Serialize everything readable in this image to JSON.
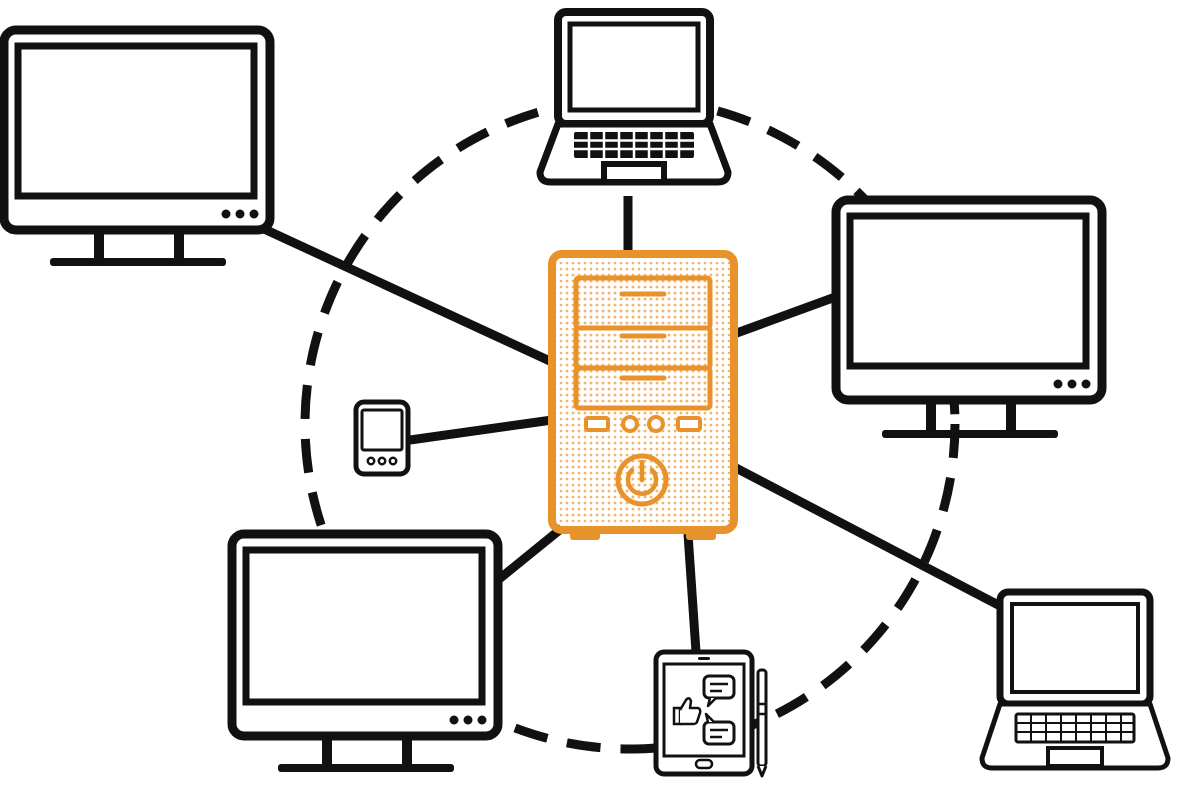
{
  "colors": {
    "line": "#111111",
    "server": "#e8922c",
    "server_dots": "#f3b56c",
    "background": "#ffffff"
  },
  "hub": {
    "name": "server",
    "icon": "server-tower-icon"
  },
  "devices": [
    {
      "name": "monitor-top-left",
      "icon": "monitor-icon"
    },
    {
      "name": "laptop-top",
      "icon": "laptop-icon"
    },
    {
      "name": "monitor-right",
      "icon": "monitor-icon"
    },
    {
      "name": "smartphone-left",
      "icon": "smartphone-icon"
    },
    {
      "name": "monitor-bottom-left",
      "icon": "monitor-icon"
    },
    {
      "name": "tablet-bottom",
      "icon": "tablet-icon"
    },
    {
      "name": "laptop-bottom-right",
      "icon": "laptop-icon"
    }
  ],
  "connections": [
    {
      "from": "server",
      "to": "monitor-top-left"
    },
    {
      "from": "server",
      "to": "laptop-top"
    },
    {
      "from": "server",
      "to": "monitor-right"
    },
    {
      "from": "server",
      "to": "smartphone-left"
    },
    {
      "from": "server",
      "to": "monitor-bottom-left"
    },
    {
      "from": "server",
      "to": "tablet-bottom"
    },
    {
      "from": "server",
      "to": "laptop-bottom-right"
    }
  ],
  "boundary": {
    "style": "dashed-circle"
  }
}
